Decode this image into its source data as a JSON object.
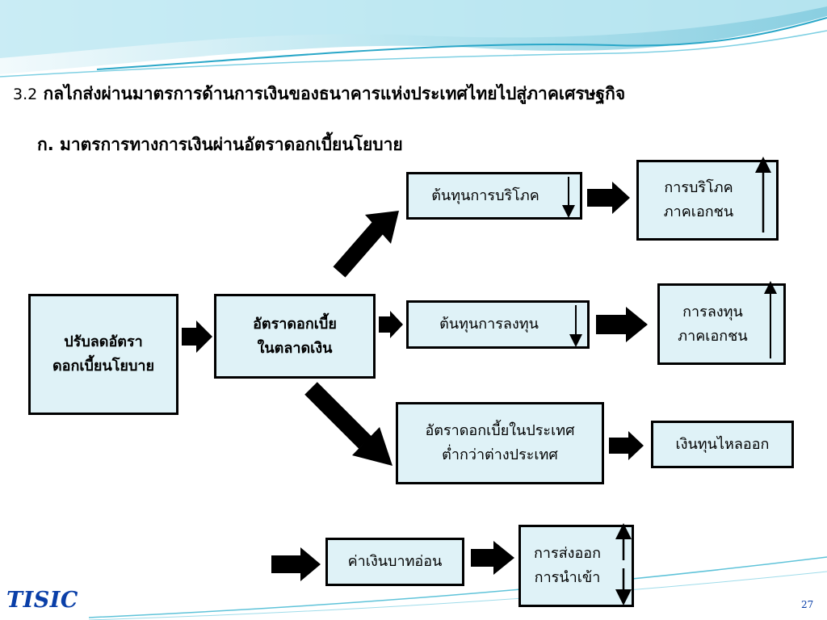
{
  "slide": {
    "title_number": "3.2",
    "title_text": "กลไกส่งผ่านมาตรการด้านการเงินของธนาคารแห่งประเทศไทยไปสู่ภาคเศรษฐกิจ",
    "subtitle": "ก. มาตรการทางการเงินผ่านอัตราดอกเบี้ยนโยบาย",
    "logo_text": "TISIC",
    "page_number": "27"
  },
  "diagram": {
    "policy_rate": {
      "line1": "ปรับลดอัตรา",
      "line2": "ดอกเบี้ยนโยบาย"
    },
    "money_market_rate": {
      "line1": "อัตราดอกเบี้ย",
      "line2": "ในตลาดเงิน"
    },
    "consumption_cost": {
      "text": "ต้นทุนการบริโภค",
      "trend": "down"
    },
    "investment_cost": {
      "text": "ต้นทุนการลงทุน",
      "trend": "down"
    },
    "rate_differential": {
      "line1": "อัตราดอกเบี้ยในประเทศ",
      "line2": "ต่ำกว่าต่างประเทศ"
    },
    "private_consumption": {
      "line1": "การบริโภค",
      "line2": "ภาคเอกชน",
      "trend": "up"
    },
    "private_investment": {
      "line1": "การลงทุน",
      "line2": "ภาคเอกชน",
      "trend": "up"
    },
    "capital_outflow": {
      "text": "เงินทุนไหลออก"
    },
    "baht_depreciation": {
      "text": "ค่าเงินบาทอ่อน"
    },
    "trade": {
      "exports": "การส่งออก",
      "imports": "การนำเข้า",
      "exports_trend": "up",
      "imports_trend": "down"
    }
  },
  "colors": {
    "box_fill": "#dff2f7",
    "logo": "#0a3fa8",
    "header_wave": "#5fc3d9"
  }
}
